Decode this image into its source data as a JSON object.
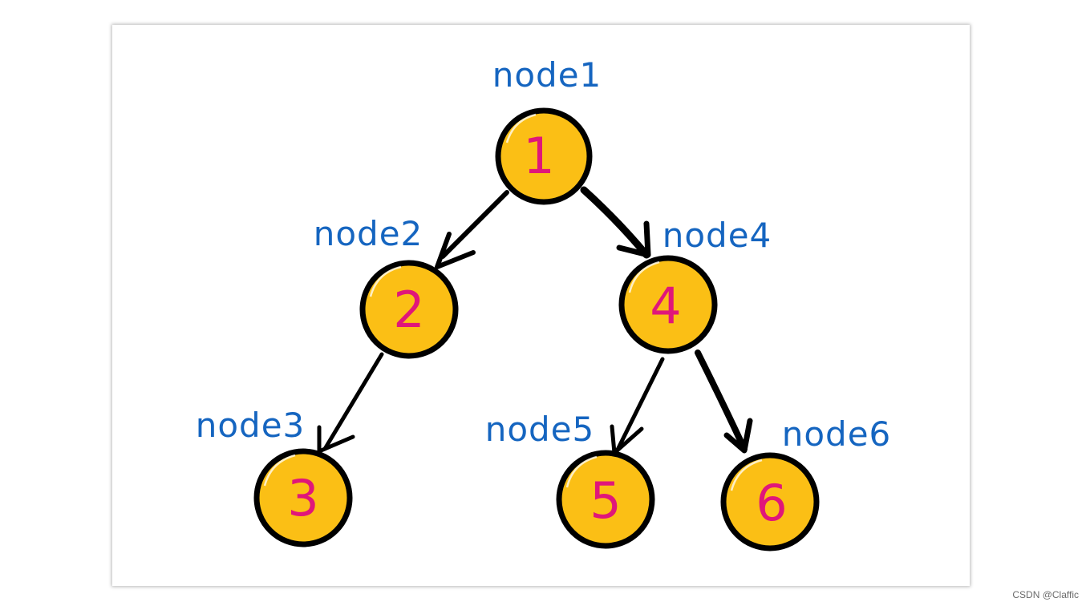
{
  "diagram": {
    "nodes": [
      {
        "id": "1",
        "label": "node1",
        "value": "1"
      },
      {
        "id": "2",
        "label": "node2",
        "value": "2"
      },
      {
        "id": "3",
        "label": "node3",
        "value": "3"
      },
      {
        "id": "4",
        "label": "node4",
        "value": "4"
      },
      {
        "id": "5",
        "label": "node5",
        "value": "5"
      },
      {
        "id": "6",
        "label": "node6",
        "value": "6"
      }
    ],
    "edges": [
      {
        "from": "1",
        "to": "2"
      },
      {
        "from": "1",
        "to": "4"
      },
      {
        "from": "2",
        "to": "3"
      },
      {
        "from": "4",
        "to": "5"
      },
      {
        "from": "4",
        "to": "6"
      }
    ],
    "colors": {
      "node_fill": "#fbbf15",
      "node_stroke": "#000000",
      "number": "#e0167a",
      "label": "#1565c0",
      "edge": "#000000"
    }
  },
  "watermark": "CSDN @Claffic"
}
